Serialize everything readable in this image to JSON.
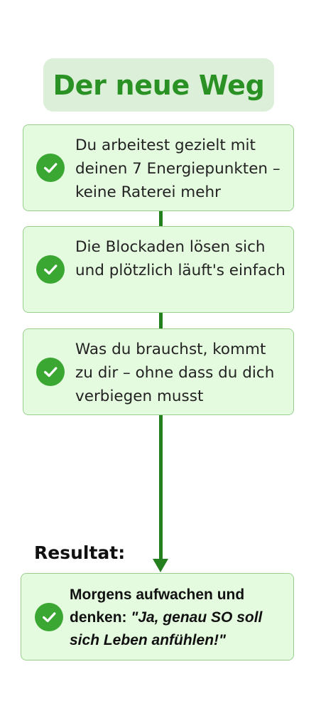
{
  "title": "Der neue Weg",
  "steps": [
    {
      "text": "Du arbeitest gezielt mit deinen 7 Energiepunkten – keine Raterei mehr"
    },
    {
      "text": "Die Blockaden lösen sich und plötzlich läuft's einfach"
    },
    {
      "text": "Was du brauchst, kommt zu dir – ohne dass du dich verbiegen musst"
    }
  ],
  "result": {
    "label": "Resultat:",
    "text_plain": "Morgens aufwachen und denken: ",
    "text_quote": "\"Ja, genau SO soll sich Leben anfühlen!\""
  },
  "colors": {
    "title_text": "#2a9225",
    "title_bg": "#dcefd8",
    "box_bg": "#e5fbdf",
    "box_border": "#98cf8d",
    "check_circle": "#3aa733",
    "connector": "#247f1e"
  },
  "icons": [
    "check-circle-icon"
  ]
}
